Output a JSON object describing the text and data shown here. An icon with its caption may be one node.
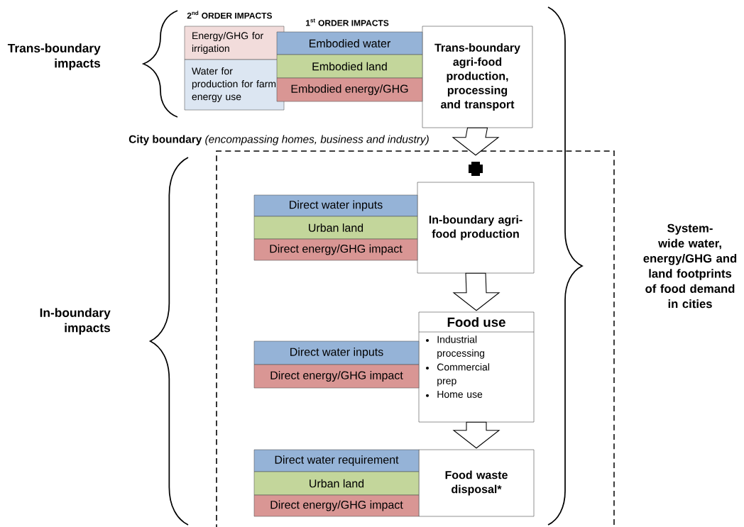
{
  "diagram": {
    "nodes": [
      {
        "text": [
          "Trans-boundary agri-food production, processing and transport"
        ]
      },
      {
        "text": [
          "Embodied water"
        ]
      },
      {
        "text": [
          "Embodied land"
        ]
      },
      {
        "text": [
          "Embodied energy/GHG"
        ]
      },
      {
        "text": [
          "Energy/GHG for irrigation"
        ]
      },
      {
        "text": [
          "Water for production for farm energy use"
        ]
      },
      {
        "text": [
          "**City boundary** *(encompassing homes, business and industry)*"
        ]
      },
      {
        "text": [
          "In-boundary agri-food production"
        ],
        "in": 6
      },
      {
        "text": [
          "Direct water inputs"
        ],
        "in": 6
      },
      {
        "text": [
          "Urban land"
        ],
        "in": 6
      },
      {
        "text": [
          "Direct energy/GHG impact"
        ],
        "in": 6
      },
      {
        "text": [
          "Food use",
          "Industrial processing",
          "Commercial prep",
          "Home use"
        ],
        "in": 6
      },
      {
        "text": [
          "Direct water inputs"
        ],
        "in": 6
      },
      {
        "text": [
          "Direct energy/GHG impact"
        ],
        "in": 6
      },
      {
        "text": [
          "Food waste disposal*"
        ],
        "in": 6
      },
      {
        "text": [
          "Direct water requirement"
        ],
        "in": 6
      },
      {
        "text": [
          "Urban land"
        ],
        "in": 6
      },
      {
        "text": [
          "Direct energy/GHG impact"
        ],
        "in": 6
      }
    ],
    "edges": [
      {
        "from": 0,
        "to": 7,
        "arrow": "to"
      },
      {
        "from": 7,
        "to": 11,
        "arrow": "to"
      },
      {
        "from": 11,
        "to": 14,
        "arrow": "to"
      }
    ],
    "labels": [
      "2$^{nd}$ ORDER IMPACTS",
      "1$^{st}$ ORDER IMPACTS",
      "Trans-boundary impacts",
      "In-boundary impacts",
      "System-wide water, energy/GHG and land footprints of food demand in cities"
    ]
  }
}
